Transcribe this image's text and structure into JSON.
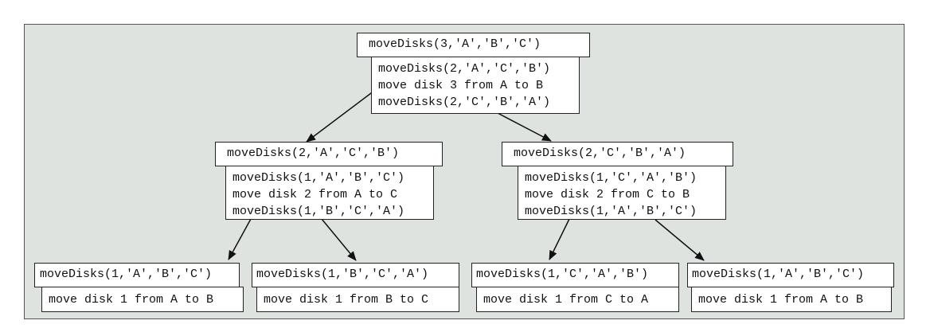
{
  "root": {
    "header": "moveDisks(3,'A','B','C')",
    "body": [
      "moveDisks(2,'A','C','B')",
      "move disk 3 from A to B",
      "moveDisks(2,'C','B','A')"
    ]
  },
  "left": {
    "header": "moveDisks(2,'A','C','B')",
    "body": [
      "moveDisks(1,'A','B','C')",
      "move disk 2 from A to C",
      "moveDisks(1,'B','C','A')"
    ]
  },
  "right": {
    "header": "moveDisks(2,'C','B','A')",
    "body": [
      "moveDisks(1,'C','A','B')",
      "move disk 2 from C to B",
      "moveDisks(1,'A','B','C')"
    ]
  },
  "leaf1": {
    "header": "moveDisks(1,'A','B','C')",
    "body": [
      "move disk 1 from A to B"
    ]
  },
  "leaf2": {
    "header": "moveDisks(1,'B','C','A')",
    "body": [
      "move disk 1 from B to C"
    ]
  },
  "leaf3": {
    "header": "moveDisks(1,'C','A','B')",
    "body": [
      "move disk 1 from C to A"
    ]
  },
  "leaf4": {
    "header": "moveDisks(1,'A','B','C')",
    "body": [
      "move disk 1 from A to B"
    ]
  }
}
